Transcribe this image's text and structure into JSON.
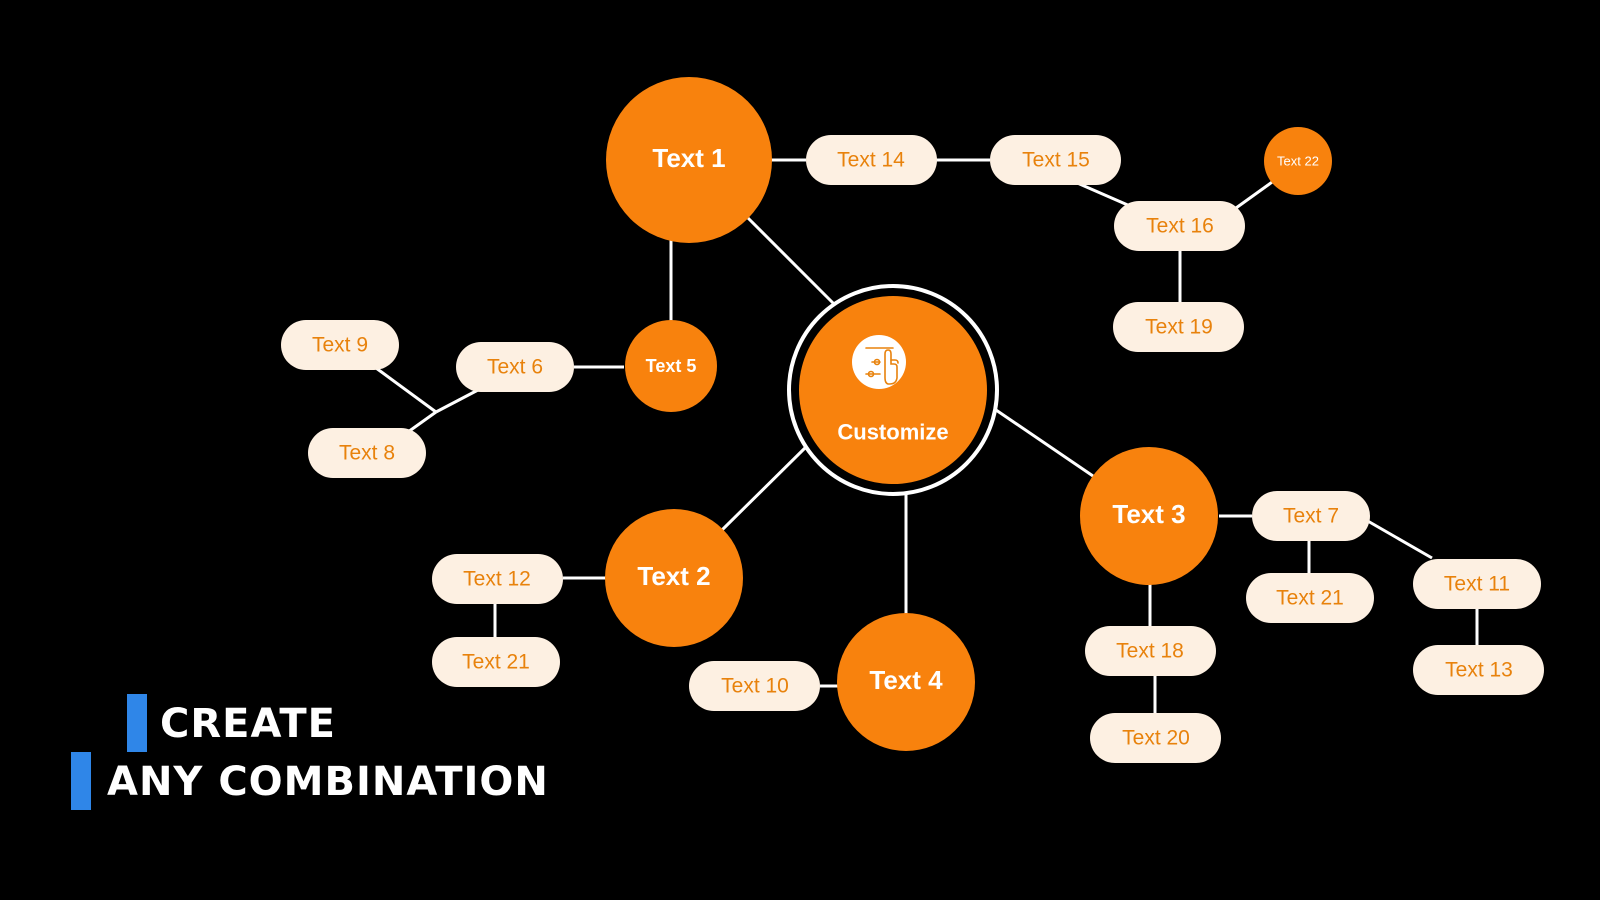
{
  "colors": {
    "background": "#000000",
    "orange": "#f8820d",
    "pill_fill": "#fdf0e2",
    "pill_text": "#e8820c",
    "line": "#ffffff",
    "accent_bar": "#2f86e8"
  },
  "center": {
    "label": "Customize",
    "icon": "hand-touch-sliders-icon"
  },
  "nodes": {
    "text1": "Text 1",
    "text2": "Text 2",
    "text3": "Text 3",
    "text4": "Text 4",
    "text5": "Text 5",
    "text22": "Text 22",
    "text14": "Text 14",
    "text15": "Text 15",
    "text16": "Text 16",
    "text19": "Text 19",
    "text6": "Text 6",
    "text9": "Text 9",
    "text8": "Text 8",
    "text12": "Text 12",
    "text21a": "Text 21",
    "text10": "Text 10",
    "text7": "Text 7",
    "text21b": "Text 21",
    "text11": "Text 11",
    "text13": "Text 13",
    "text18": "Text 18",
    "text20": "Text 20"
  },
  "caption": {
    "line1": "CREATE",
    "line2": "ANY COMBINATION"
  }
}
